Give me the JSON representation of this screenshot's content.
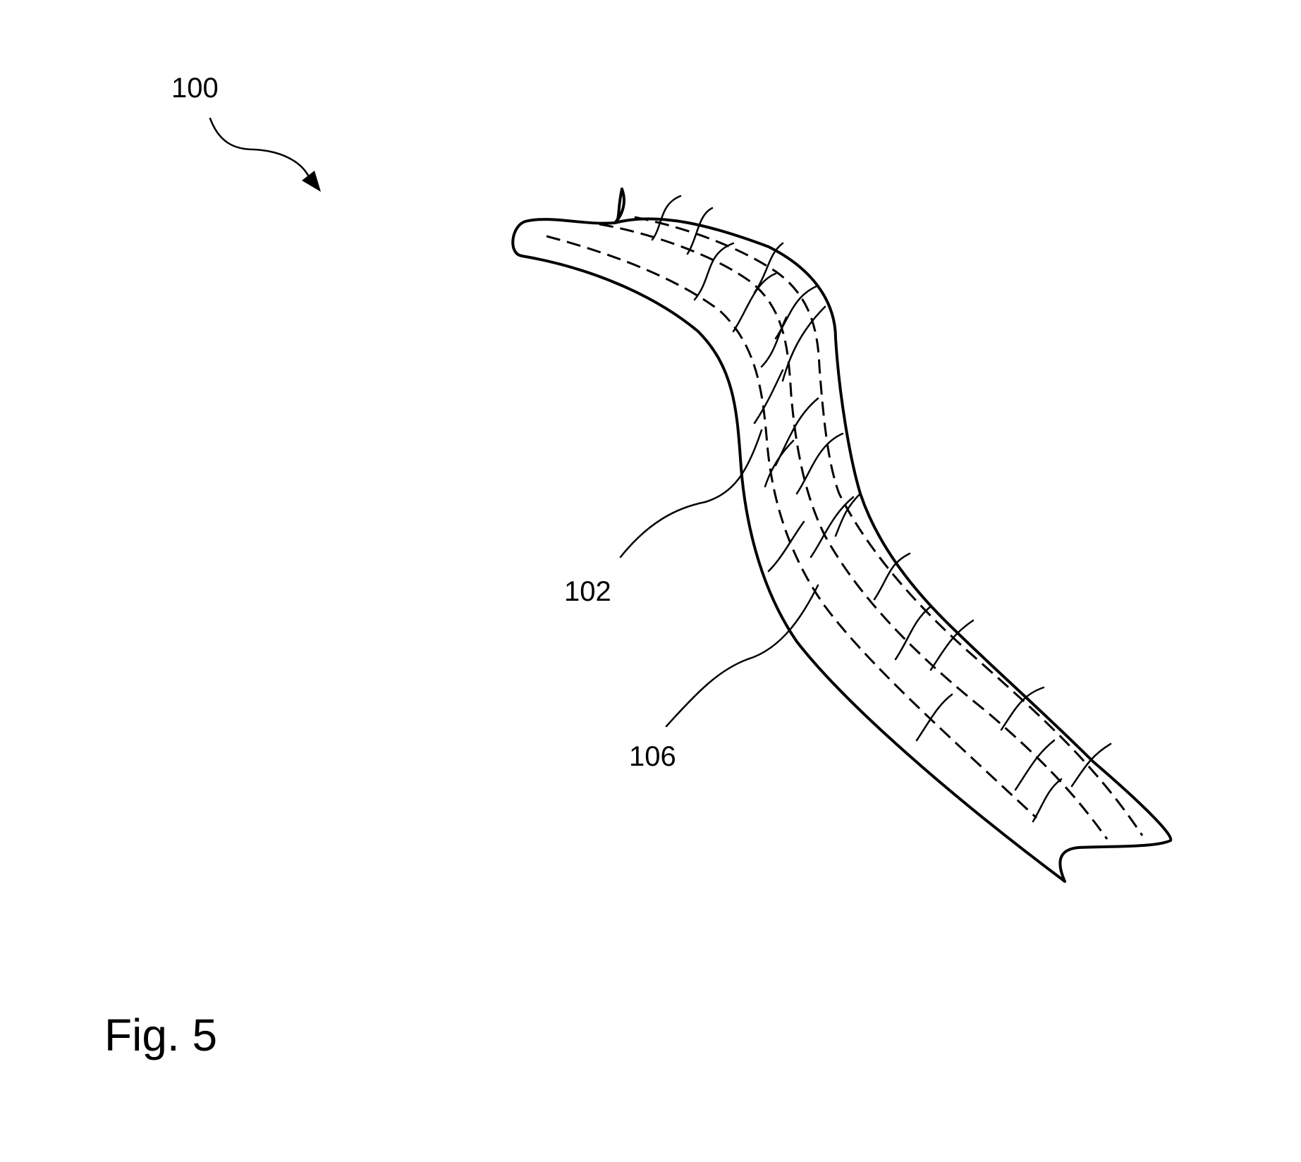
{
  "figure": {
    "caption": "Fig. 5",
    "labels": {
      "device": "100",
      "strip": "102",
      "filament": "106"
    }
  }
}
